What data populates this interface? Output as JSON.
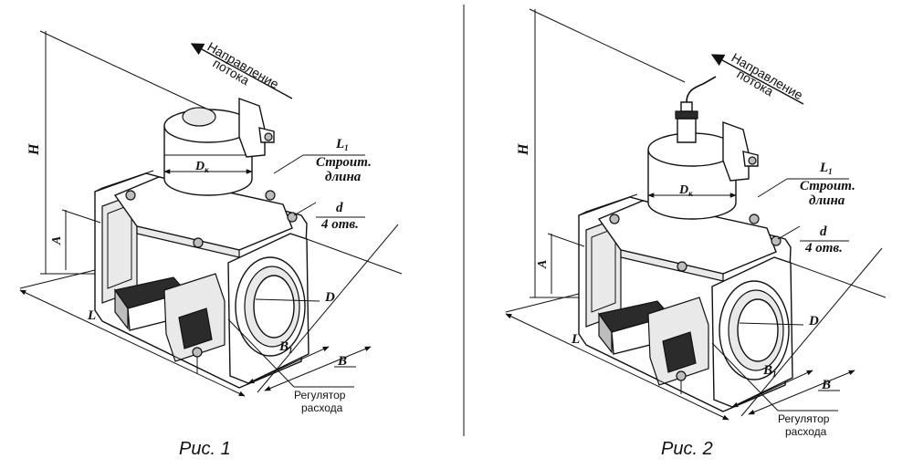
{
  "figures": [
    {
      "caption": "Рис. 1",
      "labels": {
        "flow_line1": "Направление",
        "flow_line2": "потока",
        "H": "H",
        "A": "A",
        "L": "L",
        "Dk_main": "D",
        "Dk_sub": "к",
        "L1_main": "L",
        "L1_sub": "1",
        "build_line1": "Строит.",
        "build_line2": "длина",
        "d": "d",
        "holes": "4 отв.",
        "D": "D",
        "B1_main": "B",
        "B1_sub": "1",
        "B": "B",
        "regulator_line1": "Регулятор",
        "regulator_line2": "расхода"
      }
    },
    {
      "caption": "Рис. 2",
      "labels": {
        "flow_line1": "Направление",
        "flow_line2": "потока",
        "H": "H",
        "A": "A",
        "L": "L",
        "Dk_main": "D",
        "Dk_sub": "к",
        "L1_main": "L",
        "L1_sub": "1",
        "build_line1": "Строит.",
        "build_line2": "длина",
        "d": "d",
        "holes": "4 отв.",
        "D": "D",
        "B1_main": "B",
        "B1_sub": "1",
        "B": "B",
        "regulator_line1": "Регулятор",
        "regulator_line2": "расхода"
      }
    }
  ]
}
